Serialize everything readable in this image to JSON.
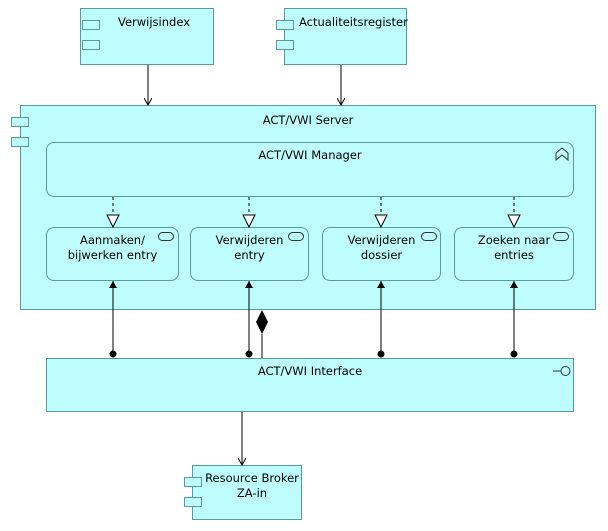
{
  "elements": {
    "verwijsindex": {
      "label": "Verwijsindex"
    },
    "actualiteitsregister": {
      "label": "Actualiteitsregister"
    },
    "server": {
      "label": "ACT/VWI Server"
    },
    "manager": {
      "label": "ACT/VWI Manager"
    },
    "services": [
      {
        "line1": "Aanmaken/",
        "line2": "bijwerken entry"
      },
      {
        "line1": "Verwijderen",
        "line2": "entry"
      },
      {
        "line1": "Verwijderen",
        "line2": "dossier"
      },
      {
        "line1": "Zoeken naar",
        "line2": "entries"
      }
    ],
    "interface": {
      "label": "ACT/VWI Interface"
    },
    "resource_broker": {
      "line1": "Resource Broker",
      "line2": "ZA-in"
    }
  },
  "colors": {
    "fill": "#bdfdfd",
    "stroke": "#5b9a9a"
  }
}
